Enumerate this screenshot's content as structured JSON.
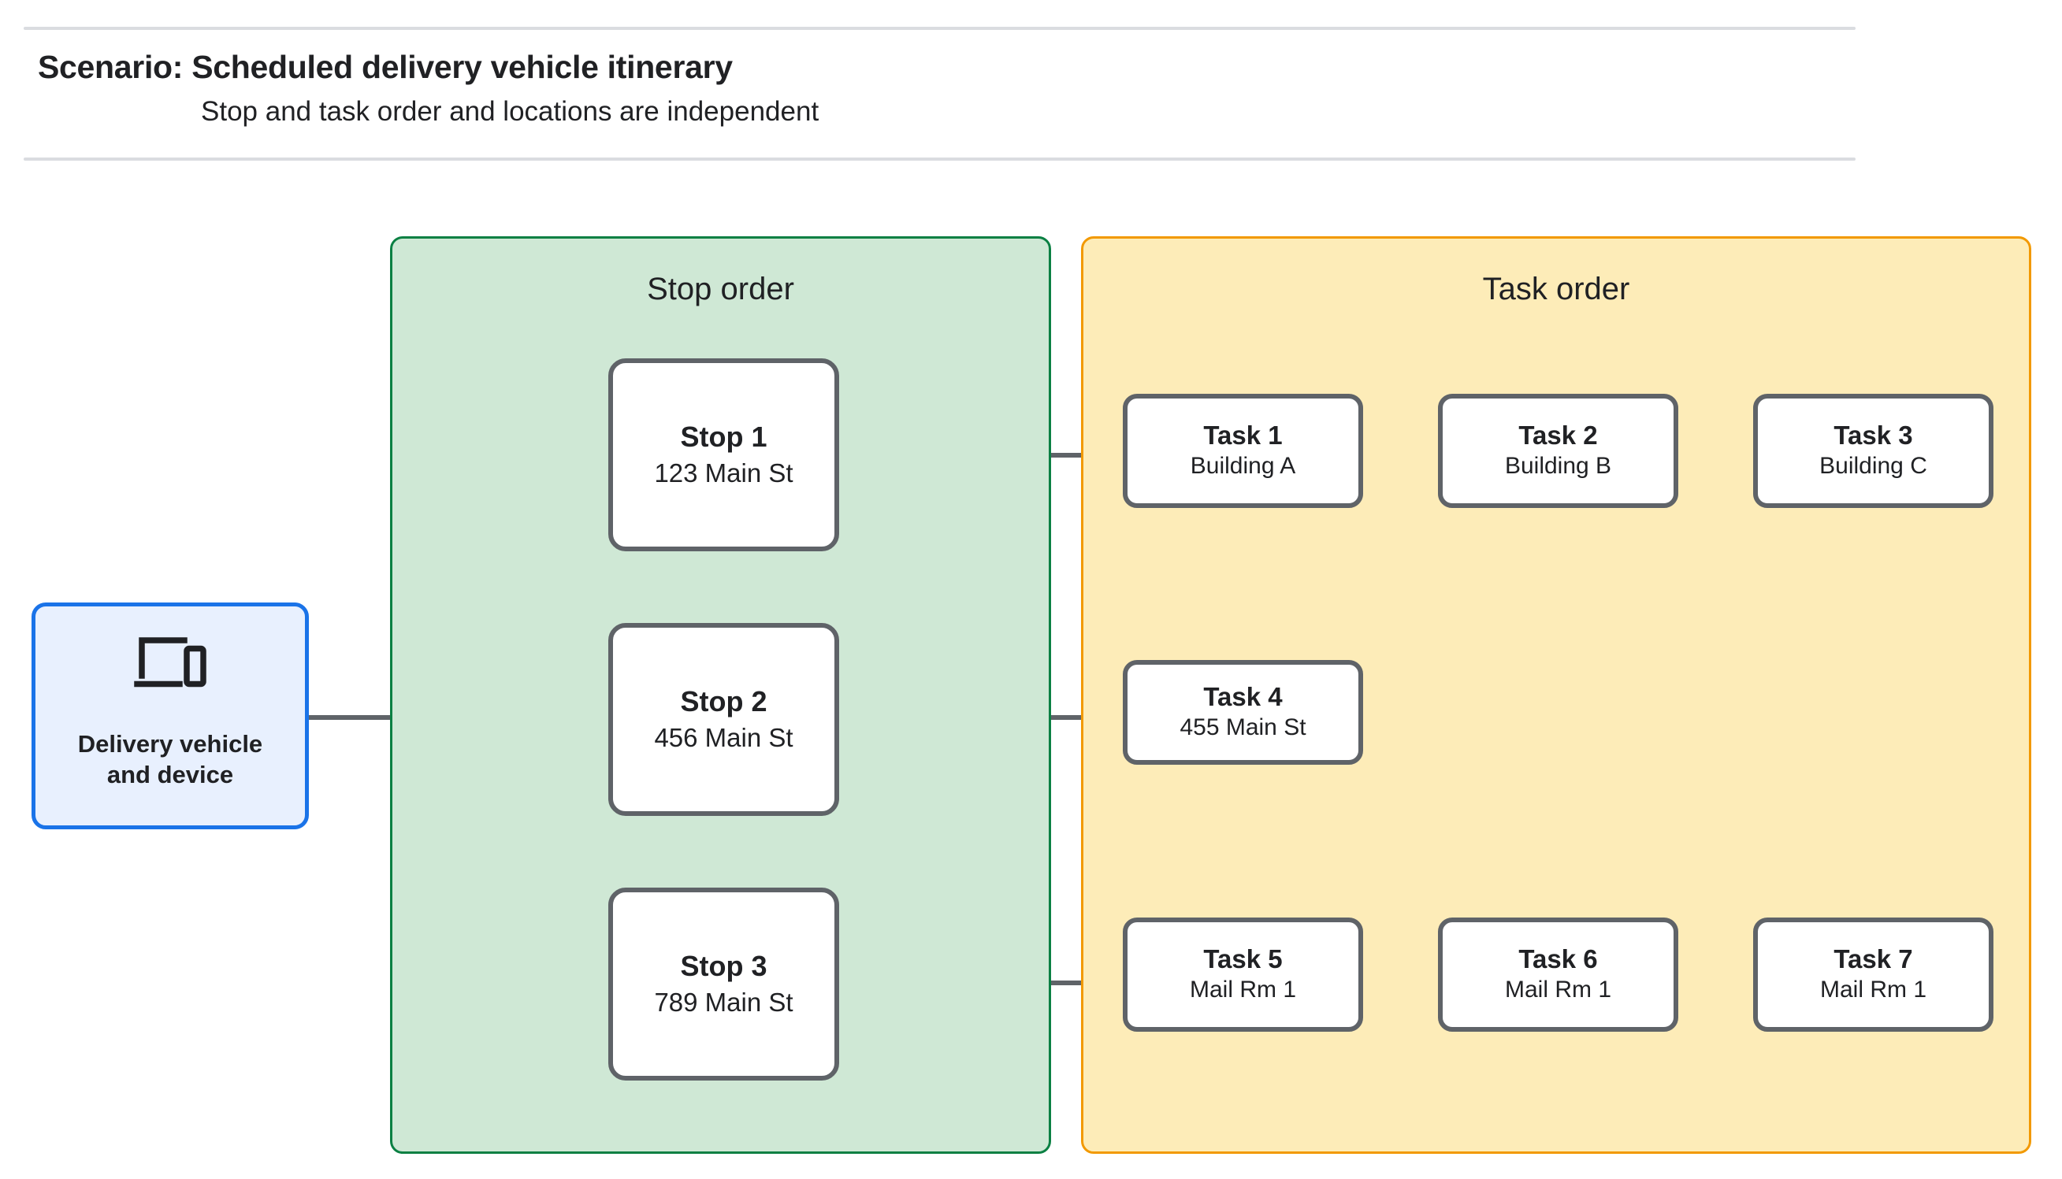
{
  "header": {
    "title": "Scenario: Scheduled delivery vehicle itinerary",
    "subtitle": "Stop and task order and locations are independent"
  },
  "device": {
    "label": "Delivery vehicle\nand device",
    "icon": "laptop-and-phone-icon",
    "border_color": "#1a73e8",
    "fill_color": "#e8f0fe"
  },
  "stop_panel": {
    "title": "Stop order",
    "fill_color": "#cfe8d5",
    "border_color": "#0b8043",
    "stops": [
      {
        "title": "Stop 1",
        "address": "123 Main St"
      },
      {
        "title": "Stop 2",
        "address": "456 Main St"
      },
      {
        "title": "Stop 3",
        "address": "789 Main St"
      }
    ]
  },
  "task_panel": {
    "title": "Task order",
    "fill_color": "#fdecb8",
    "border_color": "#f29900",
    "tasks": [
      {
        "title": "Task 1",
        "location": "Building A"
      },
      {
        "title": "Task 2",
        "location": "Building B"
      },
      {
        "title": "Task 3",
        "location": "Building C"
      },
      {
        "title": "Task 4",
        "location": "455 Main St"
      },
      {
        "title": "Task 5",
        "location": "Mail Rm 1"
      },
      {
        "title": "Task 6",
        "location": "Mail Rm 1"
      },
      {
        "title": "Task 7",
        "location": "Mail Rm 1"
      }
    ]
  },
  "connectors": {
    "line_color": "#5f6368",
    "node_border_color": "#5f6368"
  }
}
